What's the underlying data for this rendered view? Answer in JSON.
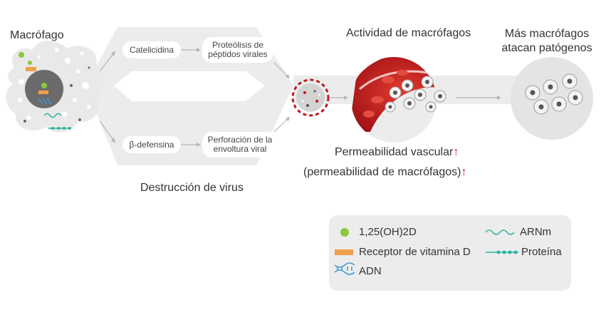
{
  "macrophage_label": "Macrófago",
  "pathway_top": {
    "step1": "Catelicidina",
    "step2": "Proteólisis de péptidos virales"
  },
  "pathway_bottom": {
    "step1": "β-defensina",
    "step2": "Perforación de la envoltura viral"
  },
  "virus_destruction_label": "Destrucción de virus",
  "macrophage_activity_label": "Actividad de macrófagos",
  "more_macrophages_label": "Más macrófagos atacan patógenos",
  "permeability_line1": "Permeabilidad vascular",
  "permeability_line2": "(permeabilidad de macrófagos)",
  "increase_arrow": "↑",
  "legend": {
    "vitd": "1,25(OH)2D",
    "receptor": "Receptor de vitamina D",
    "dna": "ADN",
    "mrna": "ARNm",
    "protein": "Proteína"
  },
  "colors": {
    "vitd_green": "#8dc63f",
    "receptor_orange": "#f0a04b",
    "dna_blue": "#3a9ad9",
    "protein_teal": "#2bb5a0",
    "blood_red": "#c0181f",
    "pathway_gray": "#ececec"
  }
}
